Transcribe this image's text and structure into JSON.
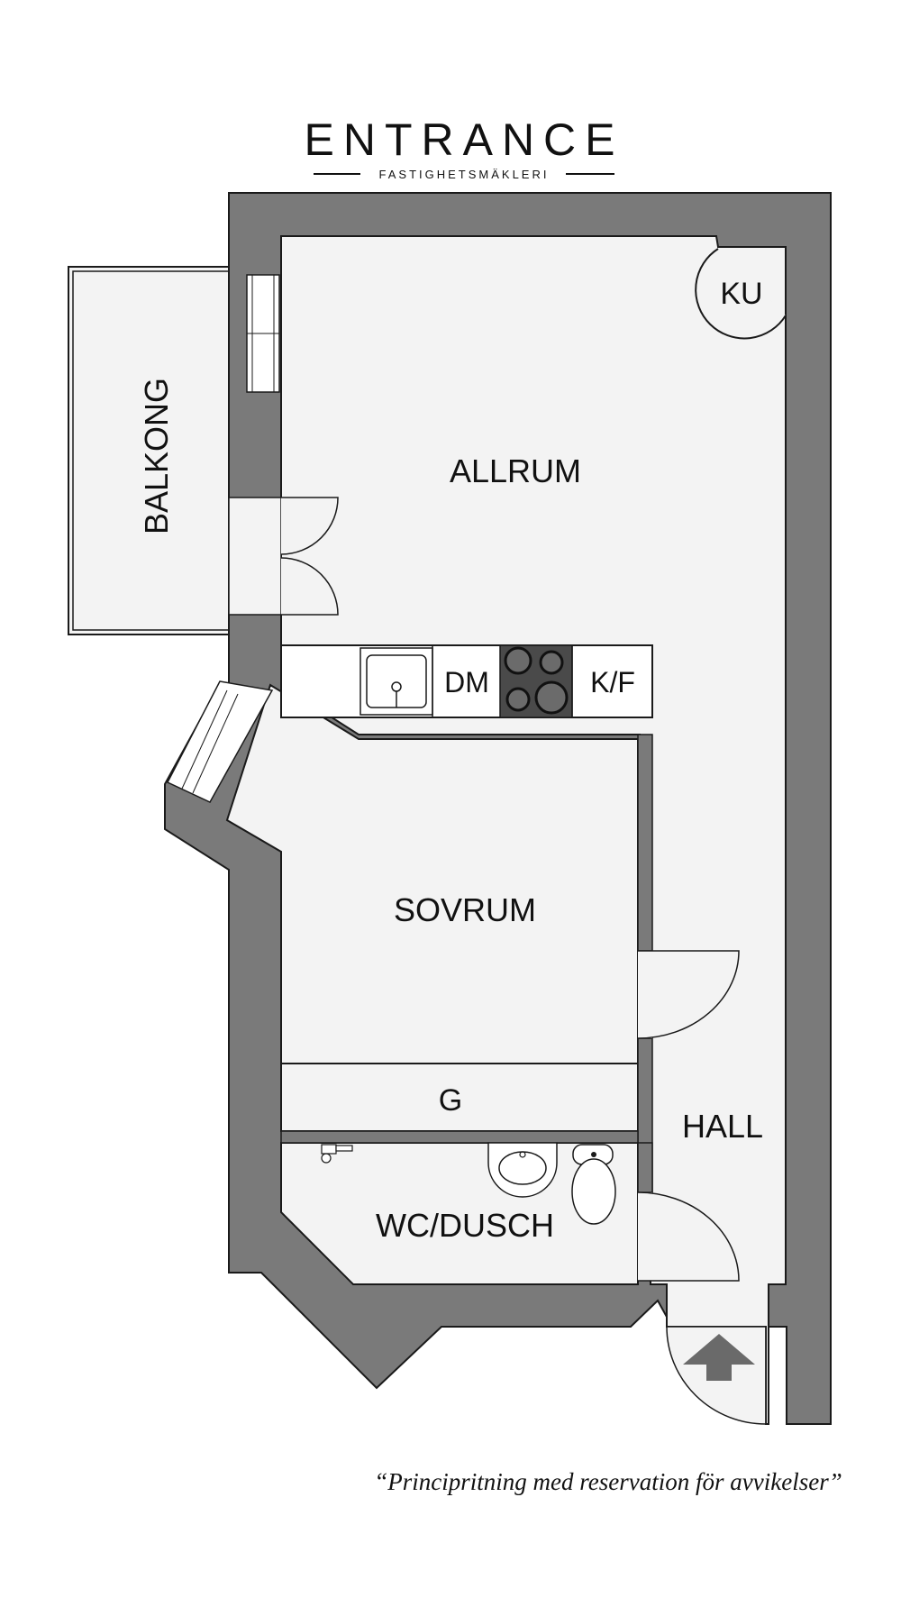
{
  "brand": {
    "name": "ENTRANCE",
    "tagline": "FASTIGHETSMÄKLERI"
  },
  "rooms": {
    "allrum": "ALLRUM",
    "balkong": "BALKONG",
    "sovrum": "SOVRUM",
    "hall": "HALL",
    "wc_dusch": "WC/DUSCH",
    "ku": "KU",
    "dm": "DM",
    "kf": "K/F",
    "g": "G"
  },
  "caption": "“Principritning med reservation för avvikelser”",
  "colors": {
    "wall": "#7a7a7a",
    "floor": "#f3f3f3",
    "outline": "#1a1a1a",
    "stove": "#4a4a4a"
  }
}
